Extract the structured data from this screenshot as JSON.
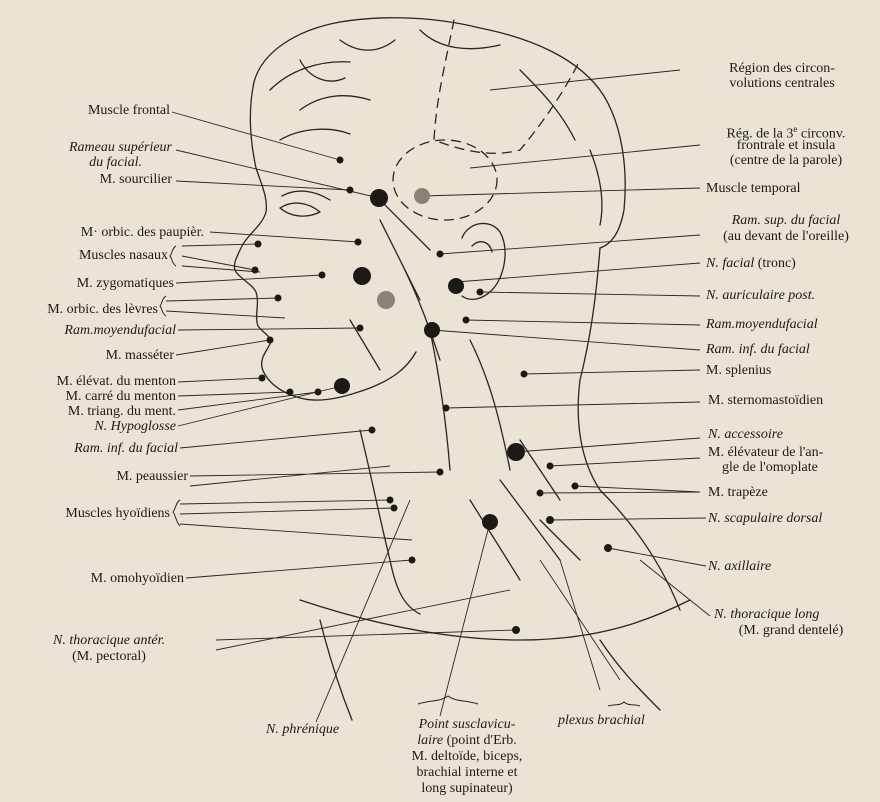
{
  "figure": {
    "left_labels": {
      "muscle_frontal": "Muscle frontal",
      "rameau_sup_1": "Rameau supérieur",
      "rameau_sup_2": "du facial.",
      "m_sourcilier": "M. sourcilier",
      "orbic_paupieres": "M· orbic. des paupièr.",
      "muscles_nasaux": "Muscles nasaux",
      "zygomatiques": "M. zygomatiques",
      "orbic_levres": "M. orbic. des lèvres",
      "ram_moyen": "Ram.moyendufacial",
      "masseter": "M. masséter",
      "elevat_menton": "M. élévat. du menton",
      "carre_menton": "M. carré du menton",
      "triang_menton": "M. triang. du ment.",
      "hypoglosse": "N. Hypoglosse",
      "ram_inf": "Ram. inf. du facial",
      "peaussier": "M. peaussier",
      "hyoidiens": "Muscles hyoïdiens",
      "omohyoidien": "M. omohyoïdien",
      "thoracique_anter_1": "N. thoracique antér.",
      "thoracique_anter_2": "(M. pectoral)"
    },
    "right_labels": {
      "region_circon_1": "Région des circon-",
      "region_circon_2": "volutions centrales",
      "reg_3e_1": "Rég. de la 3",
      "reg_3e_sup": "e",
      "reg_3e_1b": " circonv.",
      "reg_3e_2": "frontrale et insula",
      "reg_3e_3": "(centre de la parole)",
      "muscle_temporal": "Muscle temporal",
      "ram_sup_1": "Ram. sup. du facial",
      "ram_sup_2": "(au devant de l'oreille)",
      "n_facial": "N. facial",
      "n_facial_tronc": " (tronc)",
      "auriculaire": "N. auriculaire post.",
      "ram_moyen": "Ram.moyendufacial",
      "ram_inf": "Ram. inf. du facial",
      "splenius": "M. splenius",
      "sternomastoidien": "M. sternomastoïdien",
      "accessoire": "N. accessoire",
      "elevateur_1": "M. élévateur de l'an-",
      "elevateur_2": "gle de l'omoplate",
      "trapeze": "M. trapèze",
      "scapulaire": "N. scapulaire dorsal",
      "axillaire": "N. axillaire",
      "thoracique_long_1": "N. thoracique long",
      "thoracique_long_2": "(M. grand dentelé)"
    },
    "bottom_labels": {
      "phrenique": "N. phrénique",
      "point_1": "Point susclavicu-",
      "point_2a": "laire",
      "point_2b": " (point d'Erb.",
      "point_3": "M. deltoïde, biceps,",
      "point_4": "brachial interne et",
      "point_5": "long supinateur)",
      "plexus": "plexus brachial"
    }
  }
}
